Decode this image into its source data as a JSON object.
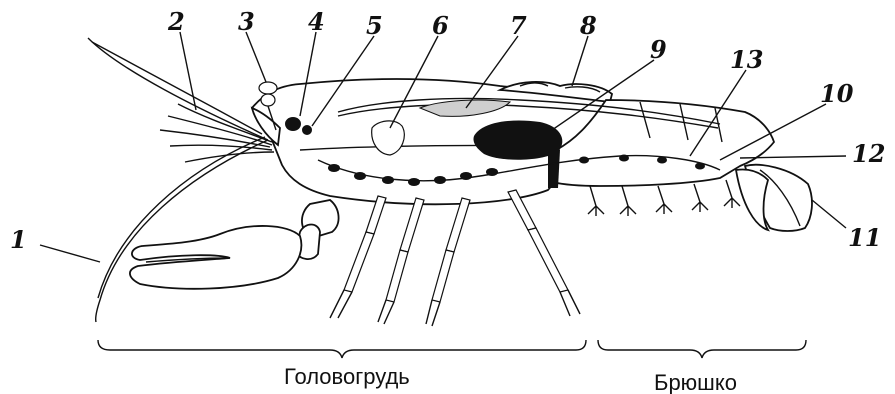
{
  "labels": {
    "l1": "1",
    "l2": "2",
    "l3": "3",
    "l4": "4",
    "l5": "5",
    "l6": "6",
    "l7": "7",
    "l8": "8",
    "l9": "9",
    "l10": "10",
    "l11": "11",
    "l12": "12",
    "l13": "13"
  },
  "sections": {
    "cephalothorax": "Головогрудь",
    "abdomen": "Брюшко"
  }
}
